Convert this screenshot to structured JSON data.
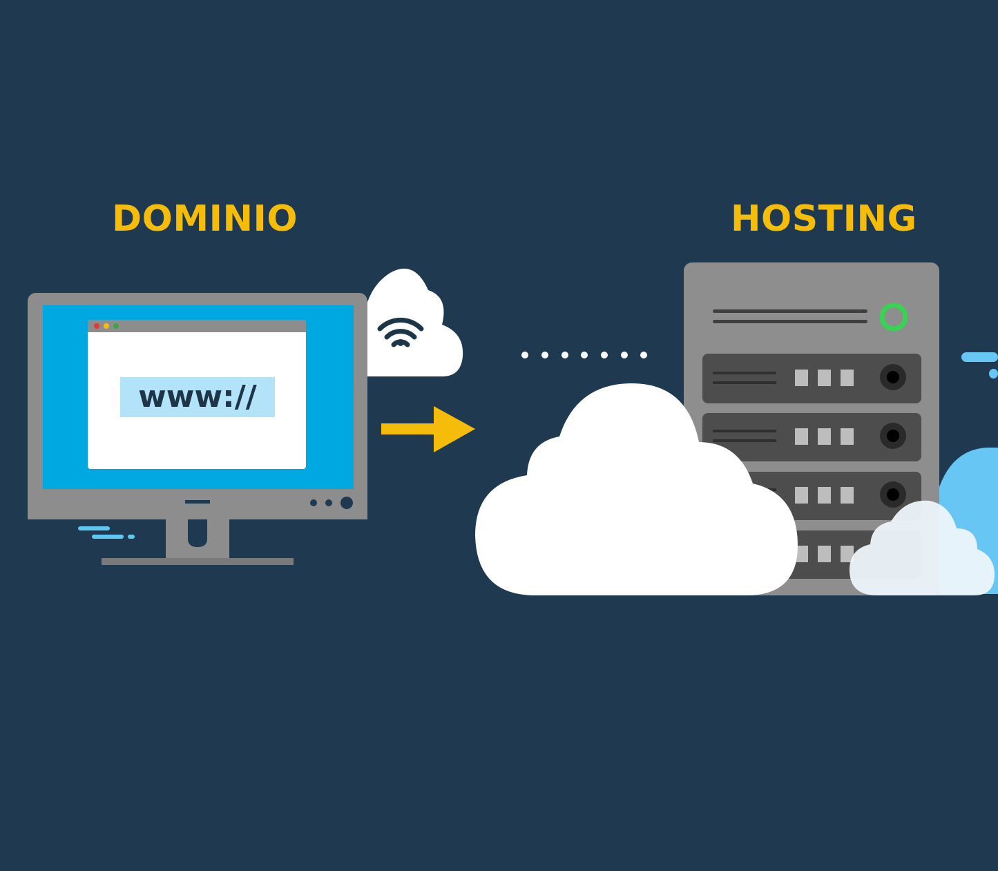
{
  "labels": {
    "left": "DOMINIO",
    "right": "HOSTING"
  },
  "browser": {
    "address": "www://"
  },
  "icons": {
    "wifi": "wifi-icon",
    "arrow": "arrow-right-icon",
    "cloud": "cloud-icon",
    "server": "server-rack-icon",
    "monitor": "desktop-monitor-icon"
  },
  "colors": {
    "background": "#1f3a50",
    "accent": "#f5bd0a",
    "screen": "#00a8e1",
    "address_bar": "#b3e3f9",
    "server_body": "#8e8e8e",
    "server_drawer": "#4d4d4d",
    "led": "#39d353"
  }
}
